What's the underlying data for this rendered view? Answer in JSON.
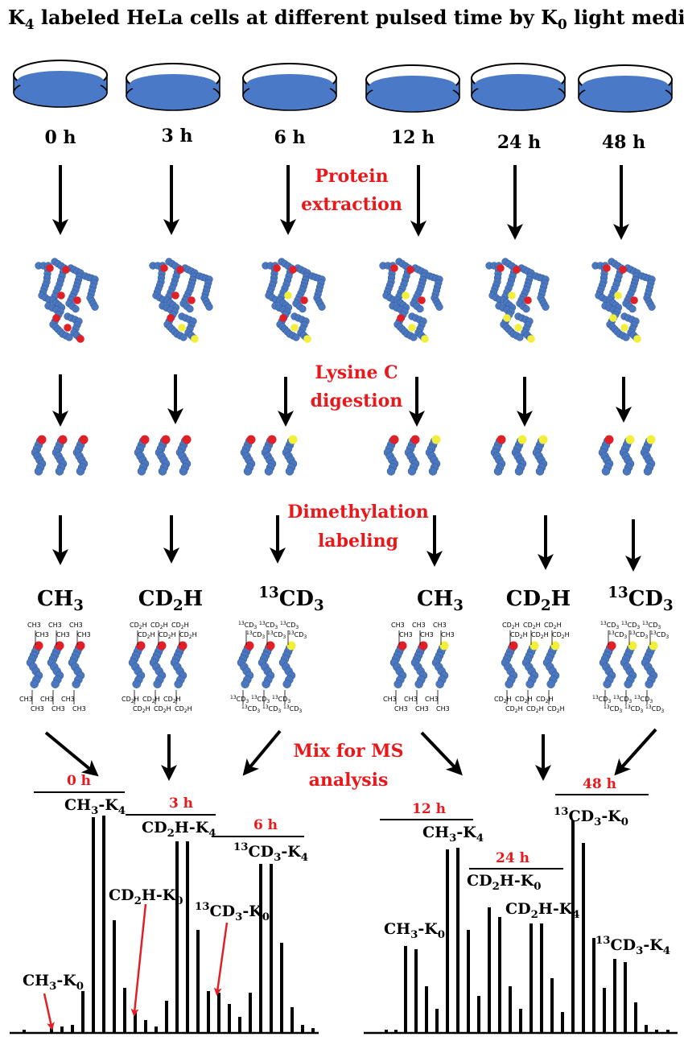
{
  "title": {
    "prefix": "K",
    "sub": "4",
    "mid": " labeled HeLa cells at different pulsed time by K",
    "sub2": "0",
    "suffix": " light medium"
  },
  "times": [
    "0 h",
    "3 h",
    "6 h",
    "12 h",
    "24 h",
    "48 h"
  ],
  "steps": {
    "extraction": [
      "Protein",
      "extraction"
    ],
    "digestion": [
      "Lysine C",
      "digestion"
    ],
    "labeling": [
      "Dimethylation",
      "labeling"
    ],
    "mix": [
      "Mix for MS",
      "analysis"
    ]
  },
  "reagents": [
    {
      "base": "CH",
      "sub": "3",
      "pre": ""
    },
    {
      "base": "CD",
      "sub": "2",
      "tail": "H",
      "pre": ""
    },
    {
      "pre": "13",
      "base": "CD",
      "sub": "3"
    },
    {
      "base": "CH",
      "sub": "3",
      "pre": ""
    },
    {
      "base": "CD",
      "sub": "2",
      "tail": "H",
      "pre": ""
    },
    {
      "pre": "13",
      "base": "CD",
      "sub": "3"
    }
  ],
  "tiny_labels": {
    "ch3": "CH3",
    "cd2h_a": "CD",
    "cd2h_sub": "2",
    "cd2h_b": "H",
    "c13": "13",
    "cd3_a": "CD",
    "cd3_sub": "3"
  },
  "spectra_left": {
    "headers": [
      "0 h",
      "3 h",
      "6 h"
    ],
    "labels": {
      "ch3_k4": {
        "a": "CH",
        "s1": "3",
        "b": "-K",
        "s2": "4"
      },
      "cd2h_k4": {
        "a": "CD",
        "s1": "2",
        "b": "H-K",
        "s2": "4"
      },
      "c13_k4": {
        "pre": "13",
        "a": "CD",
        "s1": "3",
        "b": "-K",
        "s2": "4"
      },
      "cd2h_k0": {
        "a": "CD",
        "s1": "2",
        "b": "H-K",
        "s2": "0"
      },
      "c13_k0": {
        "pre": "13",
        "a": "CD",
        "s1": "3",
        "b": "-K",
        "s2": "0"
      },
      "ch3_k0": {
        "a": "CH",
        "s1": "3",
        "b": "-K",
        "s2": "0"
      }
    }
  },
  "spectra_right": {
    "headers": [
      "12 h",
      "24 h",
      "48 h"
    ],
    "labels": {
      "ch3_k4": {
        "a": "CH",
        "s1": "3",
        "b": "-K",
        "s2": "4"
      },
      "cd2h_k0": {
        "a": "CD",
        "s1": "2",
        "b": "H-K",
        "s2": "0"
      },
      "c13_k0": {
        "pre": "13",
        "a": "CD",
        "s1": "3",
        "b": "-K",
        "s2": "0"
      },
      "ch3_k0": {
        "a": "CH",
        "s1": "3",
        "b": "-K",
        "s2": "0"
      },
      "cd2h_k4": {
        "a": "CD",
        "s1": "2",
        "b": "H-K",
        "s2": "4"
      },
      "c13_k4": {
        "pre": "13",
        "a": "CD",
        "s1": "3",
        "b": "-K",
        "s2": "4"
      }
    }
  },
  "colors": {
    "dish": "#4a79c8",
    "bead": "#4b77be",
    "heavy": "#e01f26",
    "light": "#f2ef3a",
    "accent": "#e8191c",
    "ink": "#000000"
  }
}
